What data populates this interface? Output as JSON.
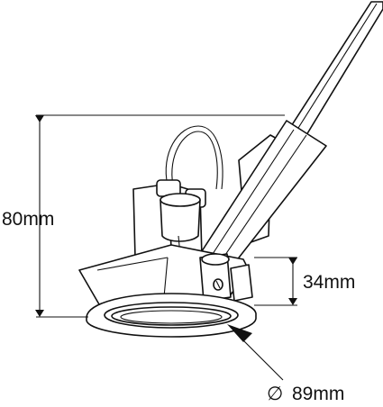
{
  "dimensions": {
    "height": {
      "label": "80mm"
    },
    "bezel_height": {
      "label": "34mm"
    },
    "diameter": {
      "symbol": "∅",
      "label": "89mm"
    }
  },
  "colors": {
    "line": "#111111",
    "background": "#ffffff"
  }
}
